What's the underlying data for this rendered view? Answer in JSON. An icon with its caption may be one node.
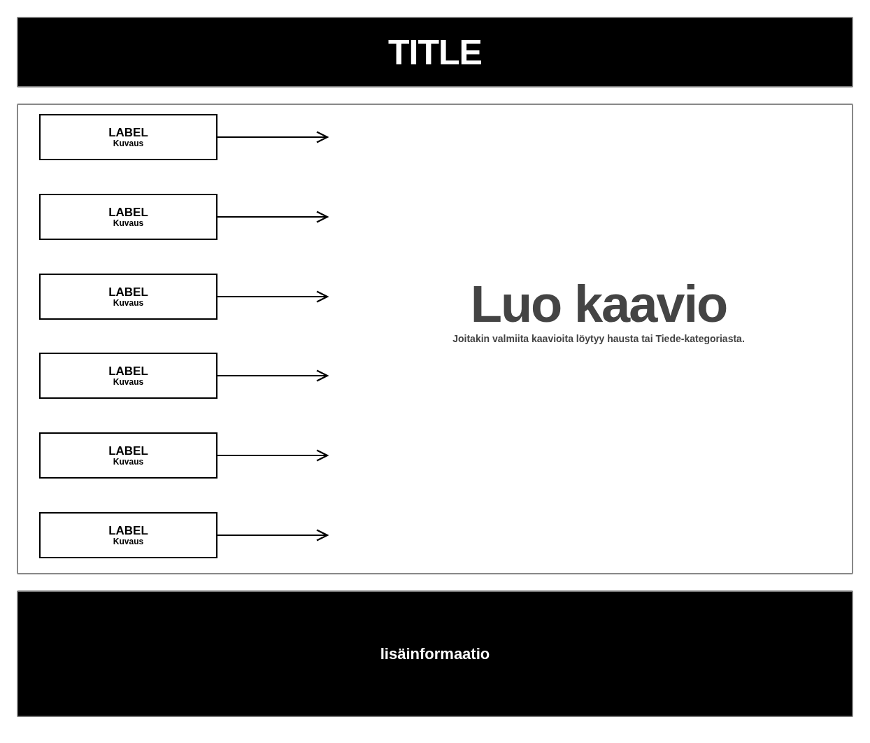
{
  "diagram": {
    "title": "TITLE",
    "nodes": [
      {
        "text": [
          "Luo kaavio",
          "Joitakin valmiita kaavioita löytyy hausta tai Tiede-kategoriasta."
        ]
      },
      {
        "text": [
          "LABEL",
          "Kuvaus"
        ],
        "in": 0
      },
      {
        "text": [
          "LABEL",
          "Kuvaus"
        ],
        "in": 0
      },
      {
        "text": [
          "LABEL",
          "Kuvaus"
        ],
        "in": 0
      },
      {
        "text": [
          "LABEL",
          "Kuvaus"
        ],
        "in": 0
      },
      {
        "text": [
          "LABEL",
          "Kuvaus"
        ],
        "in": 0
      },
      {
        "text": [
          "LABEL",
          "Kuvaus"
        ],
        "in": 0
      },
      {
        "text": [
          "lisäinformaatio"
        ]
      }
    ],
    "edges": [
      {
        "from": 1,
        "to": null,
        "arrow": "to"
      },
      {
        "from": 2,
        "to": null,
        "arrow": "to"
      },
      {
        "from": 3,
        "to": null,
        "arrow": "to"
      },
      {
        "from": 4,
        "to": null,
        "arrow": "to"
      },
      {
        "from": 5,
        "to": null,
        "arrow": "to"
      },
      {
        "from": 6,
        "to": null,
        "arrow": "to"
      }
    ]
  }
}
